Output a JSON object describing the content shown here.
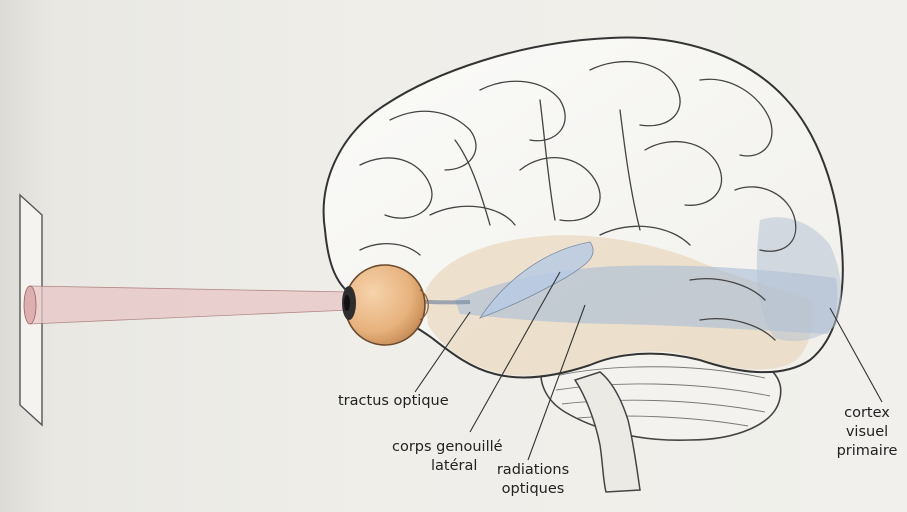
{
  "labels": {
    "tractus": "tractus optique",
    "corps_line1": "corps genouillé",
    "corps_line2": "latéral",
    "radiations_line1": "radiations",
    "radiations_line2": "optiques",
    "cortex_line1": "cortex",
    "cortex_line2": "visuel",
    "cortex_line3": "primaire"
  },
  "colors": {
    "background": "#efeee9",
    "eye": "#e7b27d",
    "light_cone": "#e7c3c3",
    "temporal_tint": "#e2c8a4",
    "visual_tint": "#a9bcd6",
    "ink": "#3a3a3a"
  },
  "icons": {
    "object": "object-plane",
    "eye": "eyeball",
    "brain": "brain-illustration",
    "cerebellum": "cerebellum",
    "brainstem": "brainstem"
  }
}
